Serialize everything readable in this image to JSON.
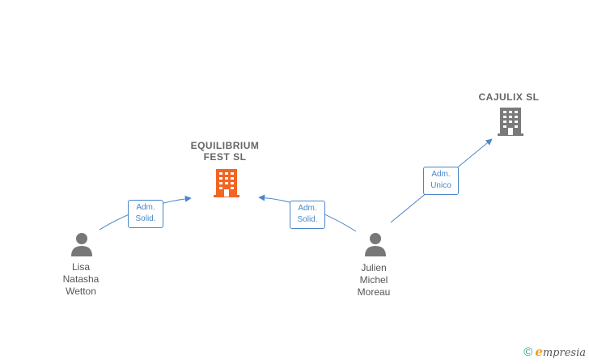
{
  "nodes": {
    "equilibrium": {
      "label": "EQUILIBRIUM\nFEST  SL",
      "type": "company",
      "color": "#f26522"
    },
    "cajulix": {
      "label": "CAJULIX  SL",
      "type": "company",
      "color": "#7a7a7a"
    },
    "lisa": {
      "label": "Lisa\nNatasha\nWetton",
      "type": "person",
      "color": "#777777"
    },
    "julien": {
      "label": "Julien\nMichel\nMoreau",
      "type": "person",
      "color": "#777777"
    }
  },
  "edges": [
    {
      "from": "Lisa Natasha Wetton",
      "to": "EQUILIBRIUM FEST SL",
      "role": "Adm.\nSolid."
    },
    {
      "from": "Julien Michel Moreau",
      "to": "EQUILIBRIUM FEST SL",
      "role": "Adm.\nSolid."
    },
    {
      "from": "Julien Michel Moreau",
      "to": "CAJULIX SL",
      "role": "Adm.\nUnico"
    }
  ],
  "edge_color": "#4a86c8",
  "brand": {
    "copyright": "©",
    "name_initial": "e",
    "name_rest": "mpresia"
  }
}
